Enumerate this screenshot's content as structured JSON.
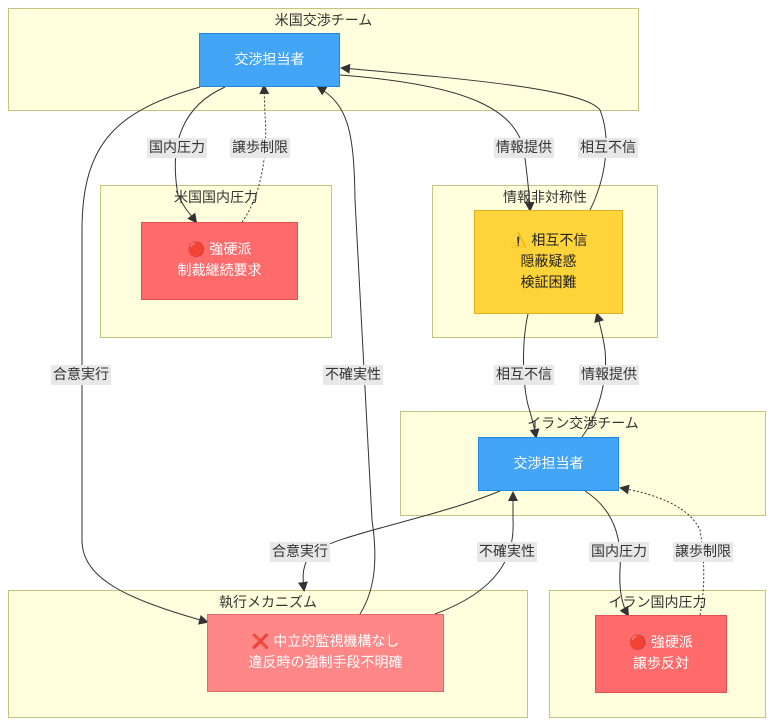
{
  "clusters": {
    "us_team": "米国交渉チーム",
    "us_domestic": "米国国内圧力",
    "info_asym": "情報非対称性",
    "iran_team": "イラン交渉チーム",
    "enforcement": "執行メカニズム",
    "iran_domestic": "イラン国内圧力"
  },
  "nodes": {
    "us_negotiator": "交渉担当者",
    "us_hardliner": {
      "line1": "🔴 強硬派",
      "line2": "制裁継続要求"
    },
    "distrust_box": {
      "line1": "⚠️ 相互不信",
      "line2": "隠蔽疑惑",
      "line3": "検証困難"
    },
    "iran_negotiator": "交渉担当者",
    "enforcement_box": {
      "line1": "❌ 中立的監視機構なし",
      "line2": "違反時の強制手段不明確"
    },
    "iran_hardliner": {
      "line1": "🔴 強硬派",
      "line2": "譲歩反対"
    }
  },
  "edge_labels": {
    "us_domestic_pressure": "国内圧力",
    "us_concession_limit": "譲歩制限",
    "us_info_provide": "情報提供",
    "us_mutual_distrust": "相互不信",
    "us_agreement_exec": "合意実行",
    "us_uncertainty": "不確実性",
    "iran_mutual_distrust": "相互不信",
    "iran_info_provide": "情報提供",
    "iran_agreement_exec": "合意実行",
    "iran_uncertainty": "不確実性",
    "iran_domestic_pressure": "国内圧力",
    "iran_concession_limit": "譲歩制限"
  },
  "colors": {
    "cluster_fill": "#ffffde",
    "negotiator": "#42a5f5",
    "hardliner": "#ff6b6b",
    "warning": "#ffd43b",
    "enforcement": "#ff8787"
  }
}
